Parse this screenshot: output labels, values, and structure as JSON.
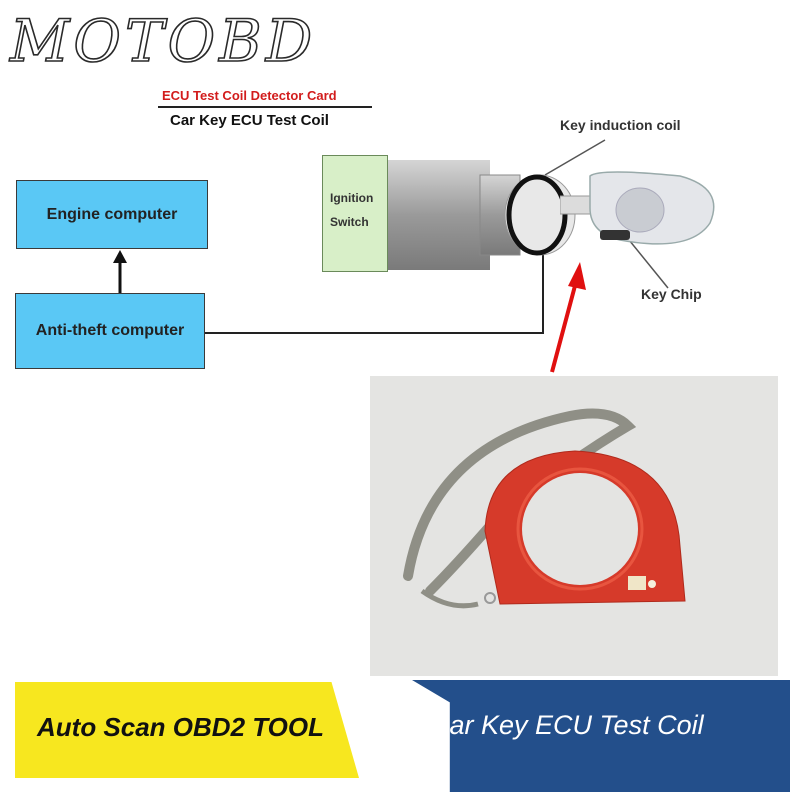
{
  "header": {
    "logo_text": "MOTOBD",
    "subtitle_red": "ECU Test Coil Detector Card",
    "subtitle_black": "Car Key ECU Test Coil"
  },
  "diagram": {
    "engine_computer": "Engine computer",
    "anti_theft_computer": "Anti-theft computer",
    "ignition_line1": "Ignition",
    "ignition_line2": "Switch",
    "key_induction_coil": "Key induction coil",
    "key_chip": "Key Chip"
  },
  "banners": {
    "left": "Auto Scan OBD2 TOOL",
    "right": "Car Key ECU Test Coil"
  },
  "colors": {
    "box_blue": "#5ac8f5",
    "ignition_green": "#d8efc8",
    "coil_red": "#d63a2a",
    "arrow_red": "#e01010",
    "banner_yellow": "#f7e71f",
    "banner_blue": "#234f8b"
  }
}
